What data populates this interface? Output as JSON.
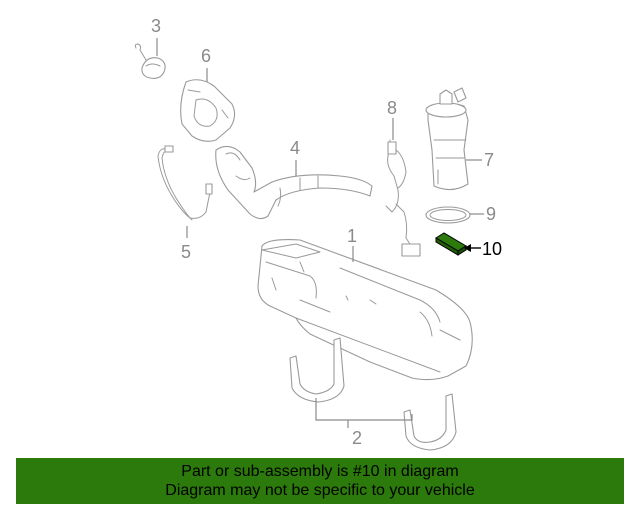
{
  "callouts": {
    "c1": "1",
    "c2": "2",
    "c3": "3",
    "c4": "4",
    "c5": "5",
    "c6": "6",
    "c7": "7",
    "c8": "8",
    "c9": "9",
    "c10": "10"
  },
  "highlighted_part": "10",
  "highlight_color": "#2b7a0b",
  "banner": {
    "line1": "Part or sub-assembly is #10 in diagram",
    "line2": "Diagram may not be specific to your vehicle"
  }
}
